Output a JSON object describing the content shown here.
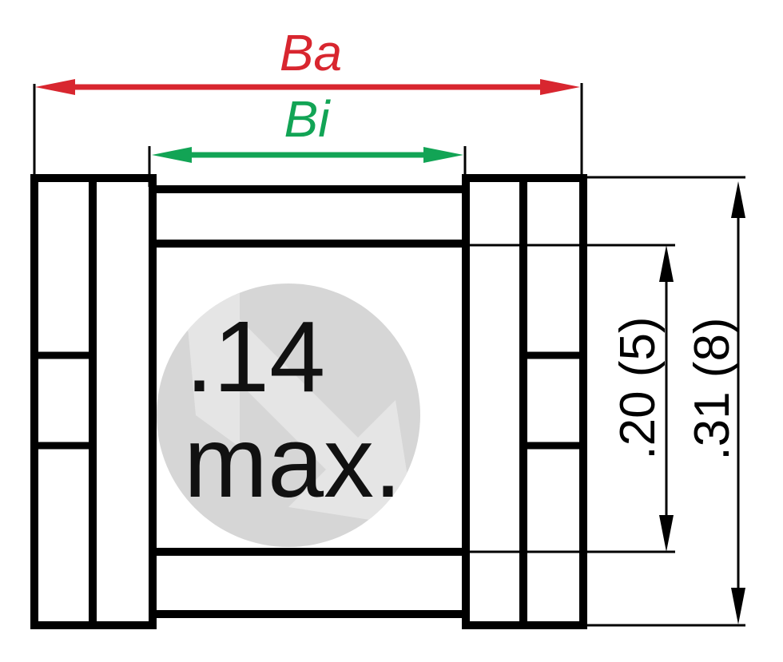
{
  "labels": {
    "outer_width": "Ba",
    "inner_width": "Bi",
    "inner_height": ".20 (5)",
    "outer_height": ".31 (8)",
    "center_note_line1": ".14",
    "center_note_line2": "max."
  },
  "colors": {
    "outer_width_accent": "#d8262f",
    "inner_width_accent": "#12a455",
    "drawing_line": "#000000",
    "watermark_circle_fill": "#d6d6d6",
    "watermark_arrow_fill": "#e5e5e5",
    "note_text": "#111111"
  }
}
